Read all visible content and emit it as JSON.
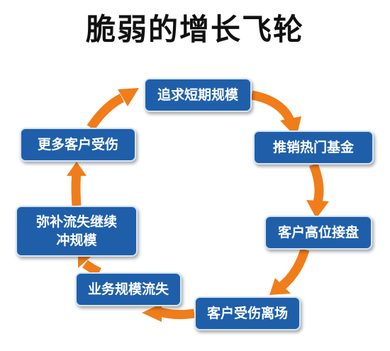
{
  "title": "脆弱的增长飞轮",
  "colors": {
    "node_fill": "#1f5faa",
    "node_border": "#d6e4f5",
    "arrow": "#f07d1a",
    "title": "#111111"
  },
  "nodes": [
    {
      "label": "追求短期规模"
    },
    {
      "label": "推销热门基金"
    },
    {
      "label": "客户高位接盘"
    },
    {
      "label": "客户受伤离场"
    },
    {
      "label": "业务规模流失"
    },
    {
      "label": "弥补流失继续\n冲规模"
    },
    {
      "label": "更多客户受伤"
    }
  ]
}
